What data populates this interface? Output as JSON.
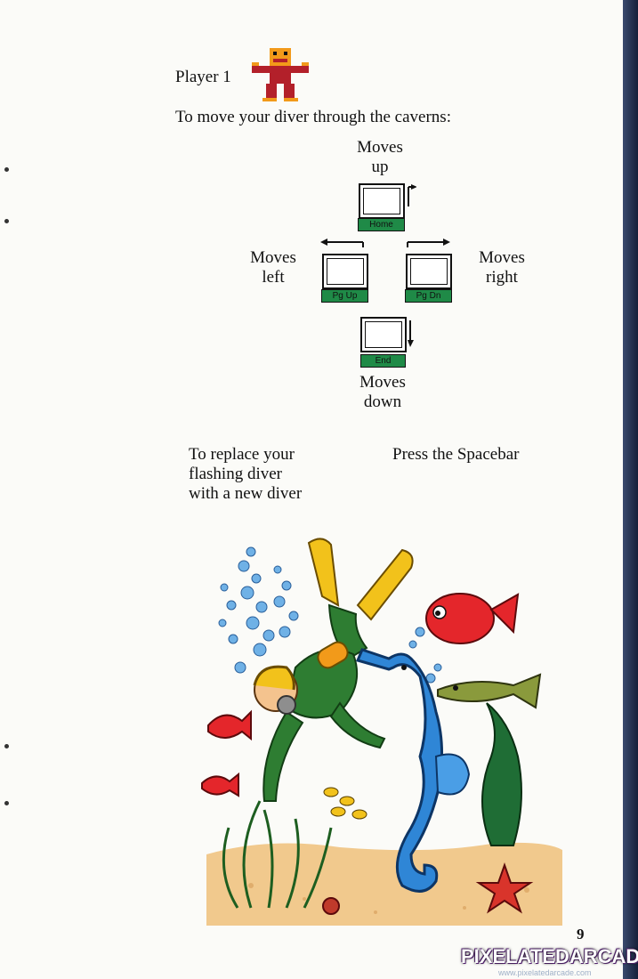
{
  "page": {
    "player_label": "Player 1",
    "intro": "To move your diver through the caverns:",
    "up_label_1": "Moves",
    "up_label_2": "up",
    "left_label_1": "Moves",
    "left_label_2": "left",
    "right_label_1": "Moves",
    "right_label_2": "right",
    "down_label_1": "Moves",
    "down_label_2": "down",
    "replace_line_1": "To replace your",
    "replace_line_2": "flashing diver",
    "replace_line_3": "with a new diver",
    "press_label": "Press the Spacebar",
    "page_number": "9"
  },
  "keys": {
    "home": "Home",
    "pgup": "Pg Up",
    "pgdn": "Pg Dn",
    "end": "End"
  },
  "watermark": {
    "brand": "PIXELATEDARCADE",
    "url": "www.pixelatedarcade.com"
  },
  "colors": {
    "key_green": "#1f8a47",
    "diver_orange": "#f29a1a",
    "diver_red": "#b3202a",
    "seahorse_blue": "#2f86d6",
    "fish_red": "#e4262b",
    "starfish": "#d9342b",
    "diver_suit": "#2e7d32",
    "fins": "#f2c21b"
  }
}
